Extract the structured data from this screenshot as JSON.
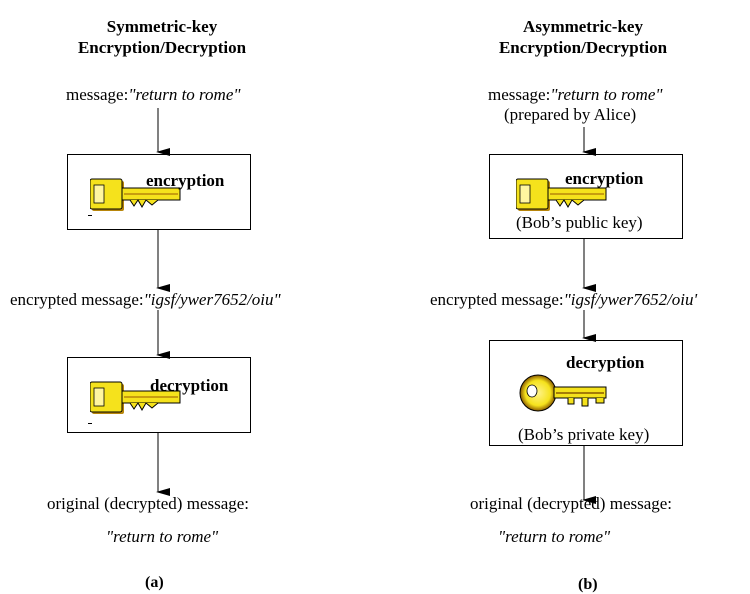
{
  "symmetric": {
    "title_line1": "Symmetric-key",
    "title_line2": "Encryption/Decryption",
    "message_label": "message:",
    "message_value": "\"return to rome\"",
    "encryption_label": "encryption",
    "encrypted_label": "encrypted message:",
    "encrypted_value": "\"igsf/ywer7652/oiu\"",
    "decryption_label": "decryption",
    "original_label": "original (decrypted) message:",
    "original_value": "\"return to rome\"",
    "caption": "(a)"
  },
  "asymmetric": {
    "title_line1": "Asymmetric-key",
    "title_line2": "Encryption/Decryption",
    "message_label": "message:",
    "message_value": "\"return to rome\"",
    "message_note": "(prepared by Alice)",
    "encryption_label": "encryption",
    "public_key_label": "(Bob’s public key)",
    "encrypted_label": "encrypted message:",
    "encrypted_value": "\"igsf/ywer7652/oiu'",
    "decryption_label": "decryption",
    "private_key_label": "(Bob’s private key)",
    "original_label": "original (decrypted) message:",
    "original_value": "\"return to rome\"",
    "caption": "(b)"
  },
  "colors": {
    "key_fill": "#f5e21c",
    "key_shadow": "#b8860b",
    "key_outline": "#000000",
    "key_glow": "#8a5a00"
  }
}
